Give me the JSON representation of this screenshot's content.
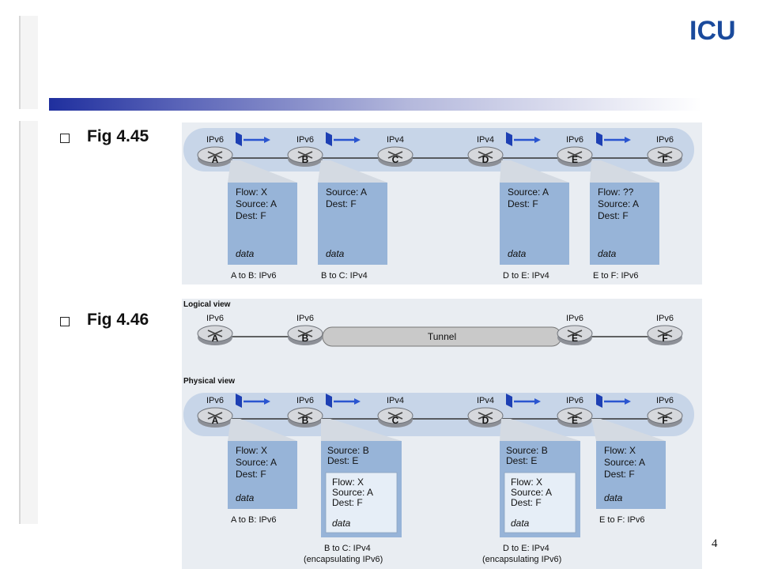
{
  "logo": {
    "text": "ICU",
    "color": "#1a4a9c"
  },
  "bullets": {
    "fig1": "Fig 4.45",
    "fig2": "Fig 4.46"
  },
  "page_number": "4",
  "fig445": {
    "routers": [
      {
        "letter": "A",
        "proto": "IPv6"
      },
      {
        "letter": "B",
        "proto": "IPv6"
      },
      {
        "letter": "C",
        "proto": "IPv4"
      },
      {
        "letter": "D",
        "proto": "IPv4"
      },
      {
        "letter": "E",
        "proto": "IPv6"
      },
      {
        "letter": "F",
        "proto": "IPv6"
      }
    ],
    "packets": [
      {
        "lines": [
          "Flow: X",
          "Source: A",
          "Dest: F"
        ],
        "data": "data",
        "caption": "A to B: IPv6"
      },
      {
        "lines": [
          "Source: A",
          "Dest: F"
        ],
        "data": "data",
        "caption": "B to C: IPv4"
      },
      {
        "lines": [
          "Source: A",
          "Dest: F"
        ],
        "data": "data",
        "caption": "D to E: IPv4"
      },
      {
        "lines": [
          "Flow: ??",
          "Source: A",
          "Dest: F"
        ],
        "data": "data",
        "caption": "E to F: IPv6"
      }
    ]
  },
  "fig446": {
    "logical_title": "Logical view",
    "physical_title": "Physical view",
    "tunnel_label": "Tunnel",
    "logical_routers": [
      {
        "letter": "A",
        "proto": "IPv6"
      },
      {
        "letter": "B",
        "proto": "IPv6"
      },
      {
        "letter": "E",
        "proto": "IPv6"
      },
      {
        "letter": "F",
        "proto": "IPv6"
      }
    ],
    "physical_routers": [
      {
        "letter": "A",
        "proto": "IPv6"
      },
      {
        "letter": "B",
        "proto": "IPv6"
      },
      {
        "letter": "C",
        "proto": "IPv4"
      },
      {
        "letter": "D",
        "proto": "IPv4"
      },
      {
        "letter": "E",
        "proto": "IPv6"
      },
      {
        "letter": "F",
        "proto": "IPv6"
      }
    ],
    "packets": [
      {
        "lines": [
          "Flow: X",
          "Source: A",
          "Dest: F"
        ],
        "data": "data",
        "caption": "A to B: IPv6"
      },
      {
        "outer": [
          "Source: B",
          "Dest: E"
        ],
        "lines": [
          "Flow: X",
          "Source: A",
          "Dest: F"
        ],
        "data": "data",
        "caption": "B to C: IPv4",
        "caption2": "(encapsulating IPv6)"
      },
      {
        "outer": [
          "Source: B",
          "Dest: E"
        ],
        "lines": [
          "Flow: X",
          "Source: A",
          "Dest: F"
        ],
        "data": "data",
        "caption": "D to E: IPv4",
        "caption2": "(encapsulating IPv6)"
      },
      {
        "lines": [
          "Flow: X",
          "Source: A",
          "Dest: F"
        ],
        "data": "data",
        "caption": "E to F: IPv6"
      }
    ]
  }
}
